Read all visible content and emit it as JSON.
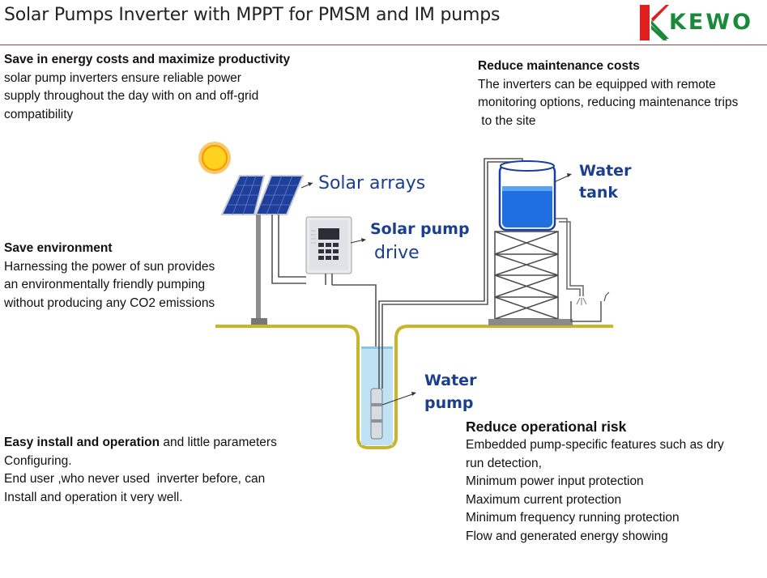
{
  "title": "Solar Pumps Inverter with MPPT for PMSM and IM pumps",
  "brand": {
    "name": "KEWO",
    "color": "#1a8a3a",
    "accent": "#e02020"
  },
  "sections": {
    "energy": {
      "heading": "Save in energy costs and maximize productivity",
      "lines": [
        "solar pump inverters ensure reliable power",
        "supply throughout the day with on and off-grid",
        "compatibility"
      ]
    },
    "maintenance": {
      "heading": "Reduce maintenance costs",
      "lines": [
        "The inverters can be equipped with remote",
        "monitoring options, reducing maintenance trips",
        " to the site"
      ]
    },
    "environment": {
      "heading": "Save environment",
      "lines": [
        "Harnessing the power of sun provides",
        "an environmentally friendly pumping",
        "without producing any CO2 emissions"
      ]
    },
    "install": {
      "heading": "Easy install and operation",
      "heading_rest": " and little parameters",
      "lines": [
        "Configuring.",
        "End user ,who never used  inverter before, can",
        "Install and operation it very well."
      ]
    },
    "risk": {
      "heading": "Reduce operational risk",
      "lines": [
        "Embedded pump-specific features such as dry",
        "run detection,",
        "Minimum power input protection",
        "Maximum current protection",
        "Minimum frequency running protection",
        "Flow and generated energy showing"
      ]
    }
  },
  "diagram_labels": {
    "solar_arrays": "Solar arrays",
    "drive_line1": "Solar pump",
    "drive_line2": "drive",
    "tank_line1": "Water",
    "tank_line2": "tank",
    "pump_line1": "Water",
    "pump_line2": "pump"
  },
  "colors": {
    "label_blue": "#1b3f8f",
    "ground": "#c9b52a",
    "water": "#bfe3f5",
    "panel": "#1f3f9a"
  }
}
